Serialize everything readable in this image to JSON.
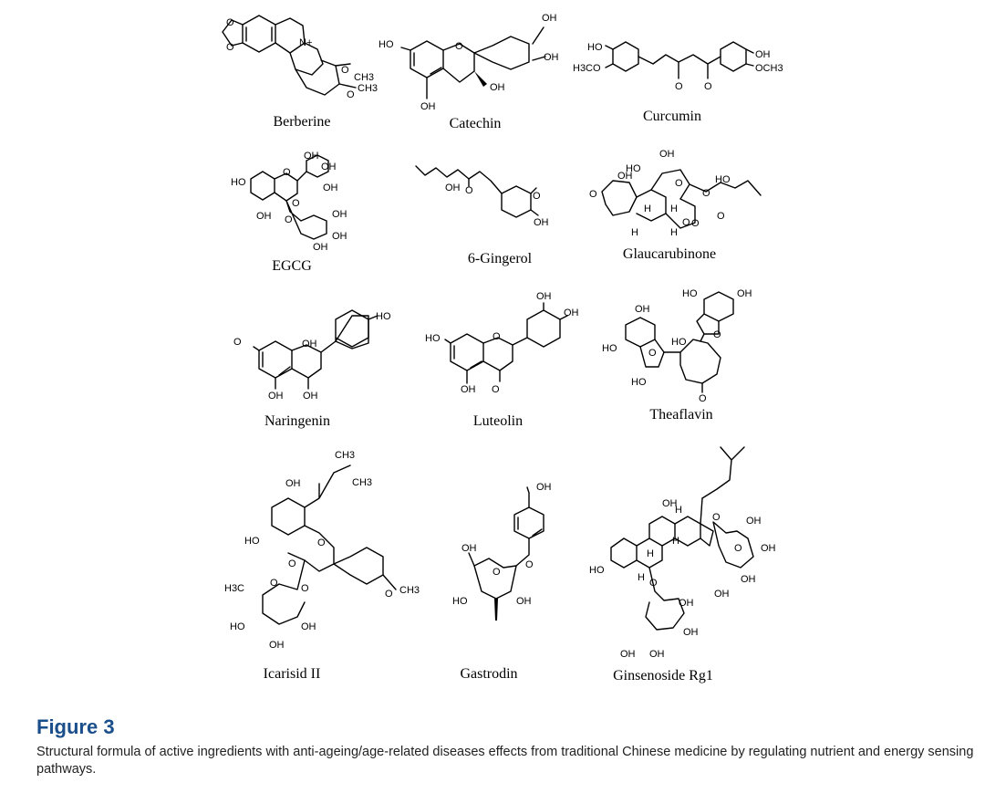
{
  "figure": {
    "label": "Figure 3",
    "caption": "Structural formula of active ingredients with anti-ageing/age-related diseases effects from traditional Chinese medicine by regulating nutrient and energy sensing pathways."
  },
  "compounds": [
    {
      "name": "Berberine",
      "labels": [
        "O",
        "O",
        "N+",
        "O",
        "CH3",
        "O",
        "CH3"
      ]
    },
    {
      "name": "Catechin",
      "labels": [
        "HO",
        "O",
        "OH",
        "OH",
        "OH",
        "OH"
      ]
    },
    {
      "name": "Curcumin",
      "labels": [
        "HO",
        "H3CO",
        "O",
        "O",
        "OH",
        "OCH3"
      ]
    },
    {
      "name": "EGCG",
      "labels": [
        "OH",
        "OH",
        "OH",
        "HO",
        "O",
        "OH",
        "O",
        "O",
        "OH",
        "OH",
        "OH"
      ]
    },
    {
      "name": "6-Gingerol",
      "labels": [
        "OH",
        "O",
        "O",
        "OH"
      ]
    },
    {
      "name": "Glaucarubinone",
      "labels": [
        "OH",
        "HO",
        "OH",
        "O",
        "H",
        "H",
        "H",
        "H",
        "O",
        "HO",
        "O",
        "O",
        "O",
        "O"
      ]
    },
    {
      "name": "Naringenin",
      "labels": [
        "HO",
        "O",
        "OH",
        "OH",
        "OH"
      ]
    },
    {
      "name": "Luteolin",
      "labels": [
        "OH",
        "OH",
        "HO",
        "O",
        "OH",
        "O"
      ]
    },
    {
      "name": "Theaflavin",
      "labels": [
        "HO",
        "OH",
        "OH",
        "HO",
        "HO",
        "O",
        "HO",
        "O",
        "O"
      ]
    },
    {
      "name": "Icarisid II",
      "labels": [
        "CH3",
        "CH3",
        "OH",
        "HO",
        "O",
        "O",
        "O",
        "H3C",
        "O",
        "O",
        "CH3",
        "HO",
        "OH",
        "OH"
      ]
    },
    {
      "name": "Gastrodin",
      "labels": [
        "OH",
        "OH",
        "O",
        "O",
        "HO",
        "OH"
      ]
    },
    {
      "name": "Ginsenoside Rg1",
      "labels": [
        "OH",
        "H",
        "H",
        "H",
        "HO",
        "H",
        "O",
        "O",
        "OH",
        "OH",
        "OH",
        "OH",
        "O",
        "OH",
        "OH",
        "OH",
        "OH"
      ]
    }
  ]
}
